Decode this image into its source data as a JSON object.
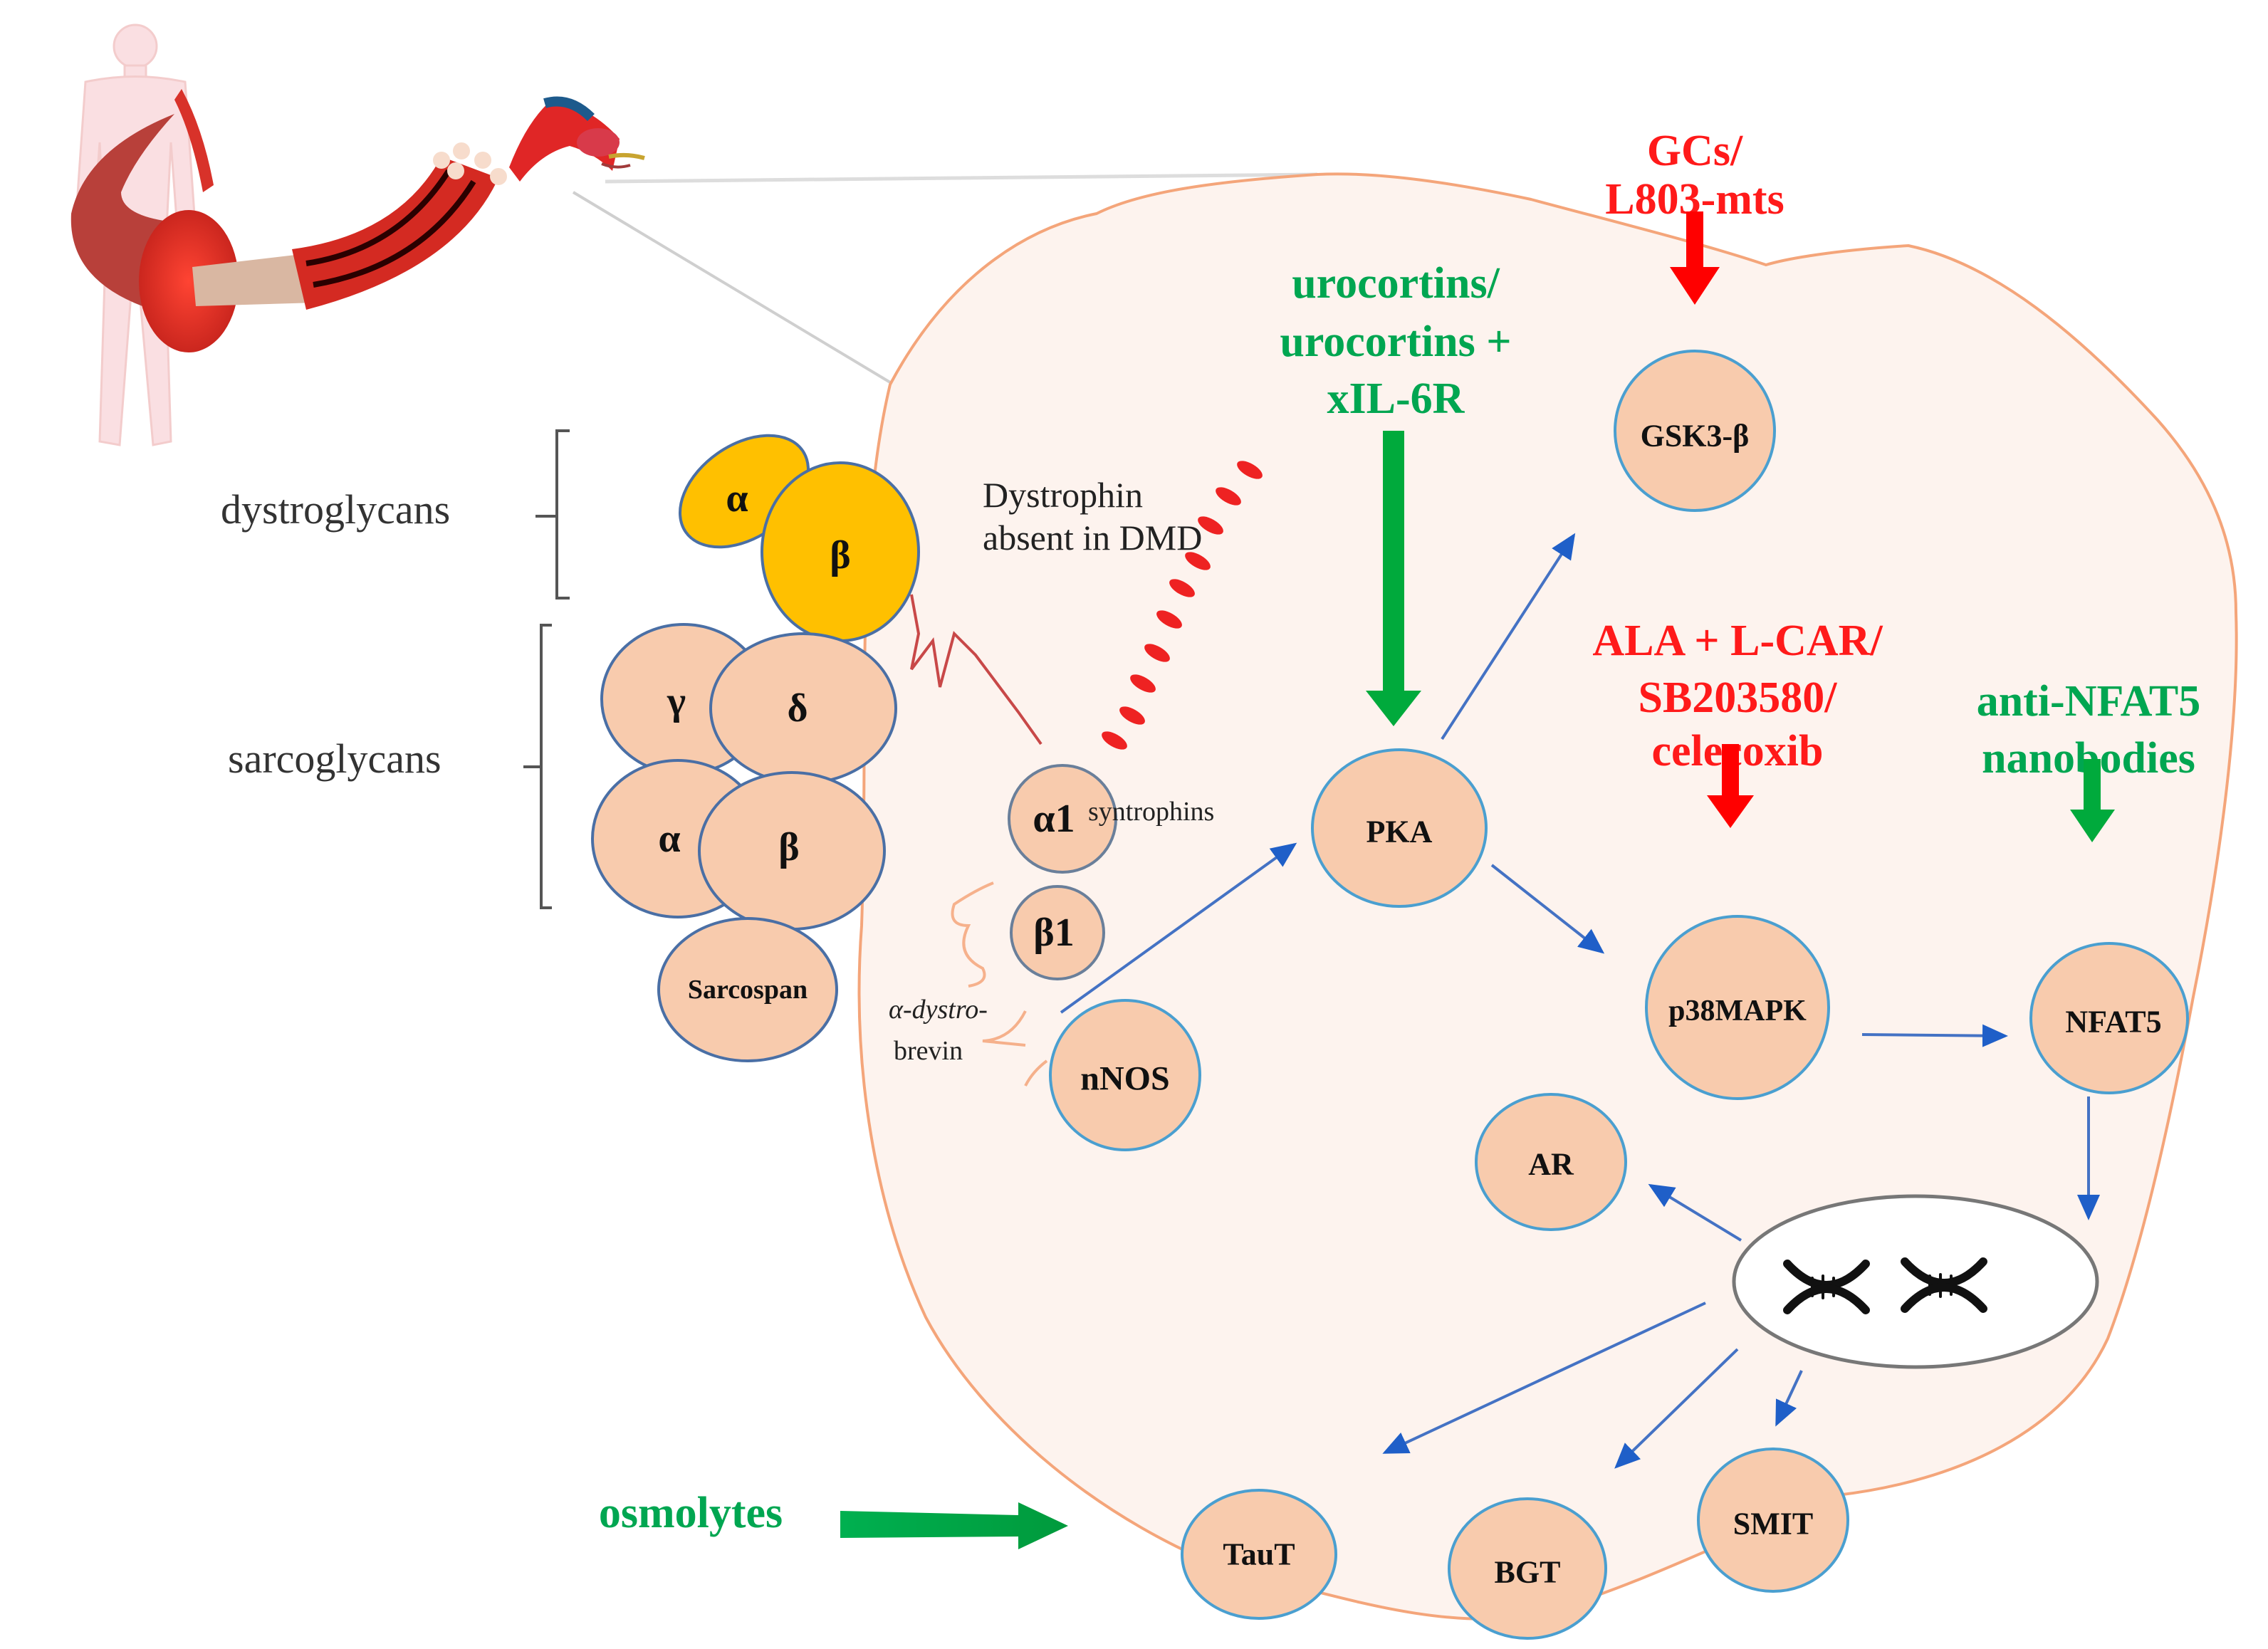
{
  "colors": {
    "inhibitor": "#ff0000",
    "activator": "#00aa44",
    "activator_text": "#00a651",
    "node_fill": "#f8cbad",
    "node_stroke": "#4a8fc4",
    "dystroglycan_fill": "#ffc000",
    "cell_fill": "#fdf3ee",
    "cell_stroke": "#f4a57a",
    "signal_arrow": "#4472c4",
    "dystrophin": "#ee2222"
  },
  "illustration": {
    "label": "Human body with muscle → fascicle → fiber zoom illustration"
  },
  "groups": {
    "dystroglycans": "dystroglycans",
    "sarcoglycans": "sarcoglycans"
  },
  "dystroglycans": {
    "alpha": "α",
    "beta": "β"
  },
  "sarcoglycans": {
    "gamma": "γ",
    "delta": "δ",
    "alpha": "α",
    "beta": "β"
  },
  "sarcospan": "Sarcospan",
  "dystrophin_note": {
    "line1": "Dystrophin",
    "line2": "absent in DMD"
  },
  "syntrophins": {
    "alpha1": "α1",
    "beta1": "β1",
    "label": "syntrophins"
  },
  "dystrobrevin": {
    "line1": "α-dystro-",
    "line2": "brevin"
  },
  "nodes": {
    "nnos": "nNOS",
    "pka": "PKA",
    "gsk3b": "GSK3-β",
    "p38mapk": "p38MAPK",
    "nfat5": "NFAT5",
    "ar": "AR",
    "taut": "TauT",
    "bgt": "BGT",
    "smit": "SMIT"
  },
  "nucleus": {
    "icon": "dna-helix-icon"
  },
  "drugs": {
    "gcs": {
      "line1": "GCs/",
      "line2": "L803-mts",
      "effect": "inhibitor"
    },
    "urocortins": {
      "line1": "urocortins/",
      "line2": "urocortins +",
      "line3": "xIL-6R",
      "effect": "activator"
    },
    "ala": {
      "line1": "ALA + L-CAR/",
      "line2": "SB203580/",
      "line3": "celecoxib",
      "effect": "inhibitor"
    },
    "anti_nfat5": {
      "line1": "anti-NFAT5",
      "line2": "nanobodies",
      "effect": "activator"
    },
    "osmolytes": {
      "line1": "osmolytes",
      "effect": "activator"
    }
  }
}
